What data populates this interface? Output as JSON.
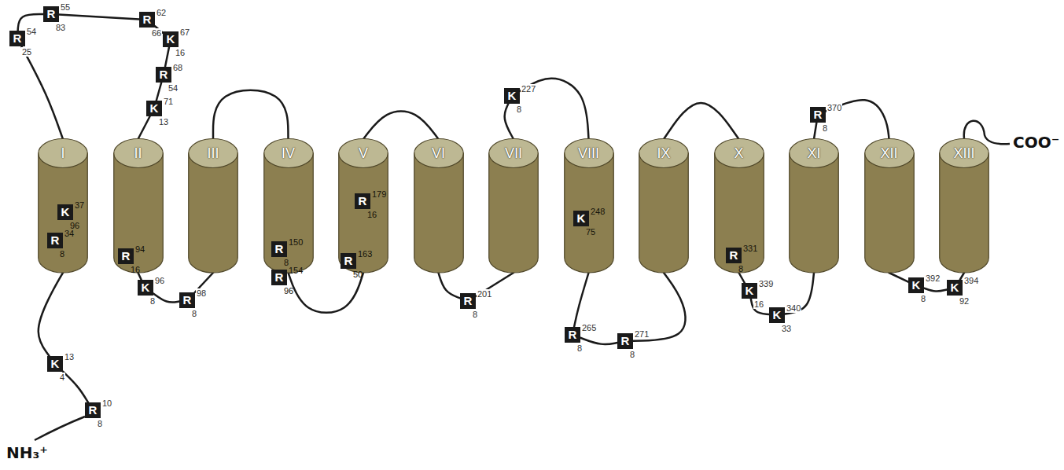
{
  "diagram": {
    "nodes": [
      {
        "text": [
          "I"
        ]
      },
      {
        "text": [
          "II"
        ]
      },
      {
        "text": [
          "III"
        ]
      },
      {
        "text": [
          "IV"
        ]
      },
      {
        "text": [
          "V"
        ]
      },
      {
        "text": [
          "VI"
        ]
      },
      {
        "text": [
          "VII"
        ]
      },
      {
        "text": [
          "VIII"
        ]
      },
      {
        "text": [
          "IX"
        ]
      },
      {
        "text": [
          "X"
        ]
      },
      {
        "text": [
          "XI"
        ]
      },
      {
        "text": [
          "XII"
        ]
      },
      {
        "text": [
          "XIII"
        ]
      },
      {
        "text": [
          "R",
          "10",
          "8"
        ]
      },
      {
        "text": [
          "K",
          "13",
          "4"
        ]
      },
      {
        "text": [
          "R",
          "34",
          "8"
        ],
        "in": 0
      },
      {
        "text": [
          "K",
          "37",
          "96"
        ],
        "in": 0
      },
      {
        "text": [
          "R",
          "54",
          "25"
        ]
      },
      {
        "text": [
          "R",
          "55",
          "83"
        ]
      },
      {
        "text": [
          "R",
          "62",
          "66"
        ]
      },
      {
        "text": [
          "K",
          "67",
          "16"
        ]
      },
      {
        "text": [
          "R",
          "68",
          "54"
        ]
      },
      {
        "text": [
          "K",
          "71",
          "13"
        ]
      },
      {
        "text": [
          "R",
          "94",
          "16"
        ],
        "in": 1
      },
      {
        "text": [
          "K",
          "96",
          "8"
        ]
      },
      {
        "text": [
          "R",
          "98",
          "8"
        ]
      },
      {
        "text": [
          "R",
          "150",
          "8"
        ],
        "in": 3
      },
      {
        "text": [
          "R",
          "154",
          "96"
        ],
        "in": 3
      },
      {
        "text": [
          "R",
          "163",
          "50"
        ],
        "in": 4
      },
      {
        "text": [
          "R",
          "179",
          "16"
        ],
        "in": 4
      },
      {
        "text": [
          "R",
          "201",
          "8"
        ]
      },
      {
        "text": [
          "K",
          "227",
          "8"
        ]
      },
      {
        "text": [
          "K",
          "248",
          "75"
        ],
        "in": 7
      },
      {
        "text": [
          "R",
          "265",
          "8"
        ]
      },
      {
        "text": [
          "R",
          "271",
          "8"
        ]
      },
      {
        "text": [
          "R",
          "331",
          "8"
        ],
        "in": 9
      },
      {
        "text": [
          "K",
          "339",
          "16"
        ]
      },
      {
        "text": [
          "K",
          "340",
          "33"
        ]
      },
      {
        "text": [
          "R",
          "370",
          "8"
        ]
      },
      {
        "text": [
          "K",
          "392",
          "8"
        ]
      },
      {
        "text": [
          "K",
          "394",
          "92"
        ]
      }
    ],
    "edges": [
      {
        "from": 13,
        "to": 14,
        "arrow": "none"
      },
      {
        "from": 14,
        "to": 0,
        "arrow": "none"
      },
      {
        "from": 0,
        "to": 17,
        "arrow": "none"
      },
      {
        "from": 17,
        "to": 18,
        "arrow": "none"
      },
      {
        "from": 18,
        "to": 19,
        "arrow": "none"
      },
      {
        "from": 19,
        "to": 20,
        "arrow": "none"
      },
      {
        "from": 20,
        "to": 21,
        "arrow": "none"
      },
      {
        "from": 21,
        "to": 22,
        "arrow": "none"
      },
      {
        "from": 22,
        "to": 1,
        "arrow": "none"
      },
      {
        "from": 1,
        "to": 24,
        "arrow": "none"
      },
      {
        "from": 24,
        "to": 25,
        "arrow": "none"
      },
      {
        "from": 25,
        "to": 2,
        "arrow": "none"
      },
      {
        "from": 2,
        "to": 3,
        "arrow": "none"
      },
      {
        "from": 3,
        "to": 4,
        "arrow": "none"
      },
      {
        "from": 4,
        "to": 5,
        "arrow": "none"
      },
      {
        "from": 5,
        "to": 30,
        "arrow": "none"
      },
      {
        "from": 30,
        "to": 6,
        "arrow": "none"
      },
      {
        "from": 6,
        "to": 31,
        "arrow": "none"
      },
      {
        "from": 31,
        "to": 7,
        "arrow": "none"
      },
      {
        "from": 7,
        "to": 33,
        "arrow": "none"
      },
      {
        "from": 33,
        "to": 34,
        "arrow": "none"
      },
      {
        "from": 34,
        "to": 8,
        "arrow": "none"
      },
      {
        "from": 8,
        "to": 9,
        "arrow": "none"
      },
      {
        "from": 9,
        "to": 36,
        "arrow": "none"
      },
      {
        "from": 36,
        "to": 37,
        "arrow": "none"
      },
      {
        "from": 37,
        "to": 10,
        "arrow": "none"
      },
      {
        "from": 10,
        "to": 38,
        "arrow": "none"
      },
      {
        "from": 38,
        "to": 11,
        "arrow": "none"
      },
      {
        "from": 11,
        "to": 39,
        "arrow": "none"
      },
      {
        "from": 39,
        "to": 40,
        "arrow": "none"
      },
      {
        "from": 40,
        "to": 12,
        "arrow": "none"
      }
    ],
    "labels": [
      "NH₃⁺",
      "COO⁻"
    ]
  }
}
